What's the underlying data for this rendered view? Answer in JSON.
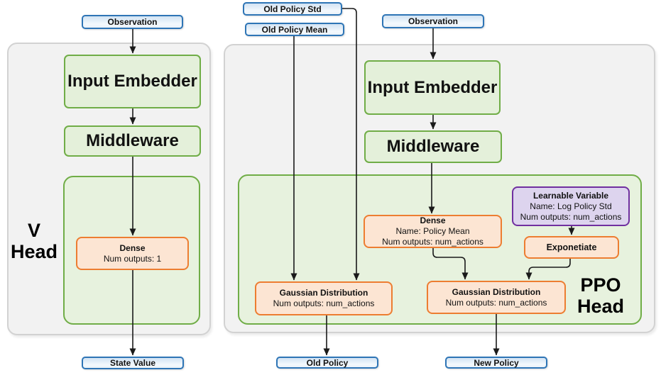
{
  "diagram": {
    "inputs": {
      "observation_left": "Observation",
      "observation_right": "Observation",
      "old_policy_std": "Old Policy Std",
      "old_policy_mean": "Old Policy Mean"
    },
    "outputs": {
      "state_value": "State Value",
      "old_policy": "Old Policy",
      "new_policy": "New Policy"
    },
    "v_head": {
      "label": [
        "V",
        "Head"
      ],
      "input_embedder": "Input Embedder",
      "middleware": "Middleware",
      "dense": {
        "title": "Dense",
        "num_outputs": "Num outputs: 1"
      }
    },
    "ppo_head": {
      "label": [
        "PPO",
        "Head"
      ],
      "input_embedder": "Input Embedder",
      "middleware": "Middleware",
      "dense": {
        "title": "Dense",
        "name": "Name: Policy Mean",
        "num_outputs": "Num outputs: num_actions"
      },
      "learnable_variable": {
        "title": "Learnable Variable",
        "name": "Name: Log Policy Std",
        "num_outputs": "Num outputs: num_actions"
      },
      "exponetiate": "Exponetiate",
      "gaussian_old": {
        "title": "Gaussian Distribution",
        "num_outputs": "Num outputs: num_actions"
      },
      "gaussian_new": {
        "title": "Gaussian Distribution",
        "num_outputs": "Num outputs: num_actions"
      }
    },
    "colors": {
      "green_border": "#70ad47",
      "green_fill": "#e4f0da",
      "orange_border": "#ed7d31",
      "orange_fill": "#fce5d3",
      "purple_border": "#7030a0",
      "purple_fill": "#ddd4ee",
      "blue_border": "#2e75b6",
      "blue_fill": "#d2e3f3",
      "panel_fill": "#f2f2f2",
      "panel_border": "#d2d2d2",
      "arrow": "#1a1a1a"
    }
  }
}
